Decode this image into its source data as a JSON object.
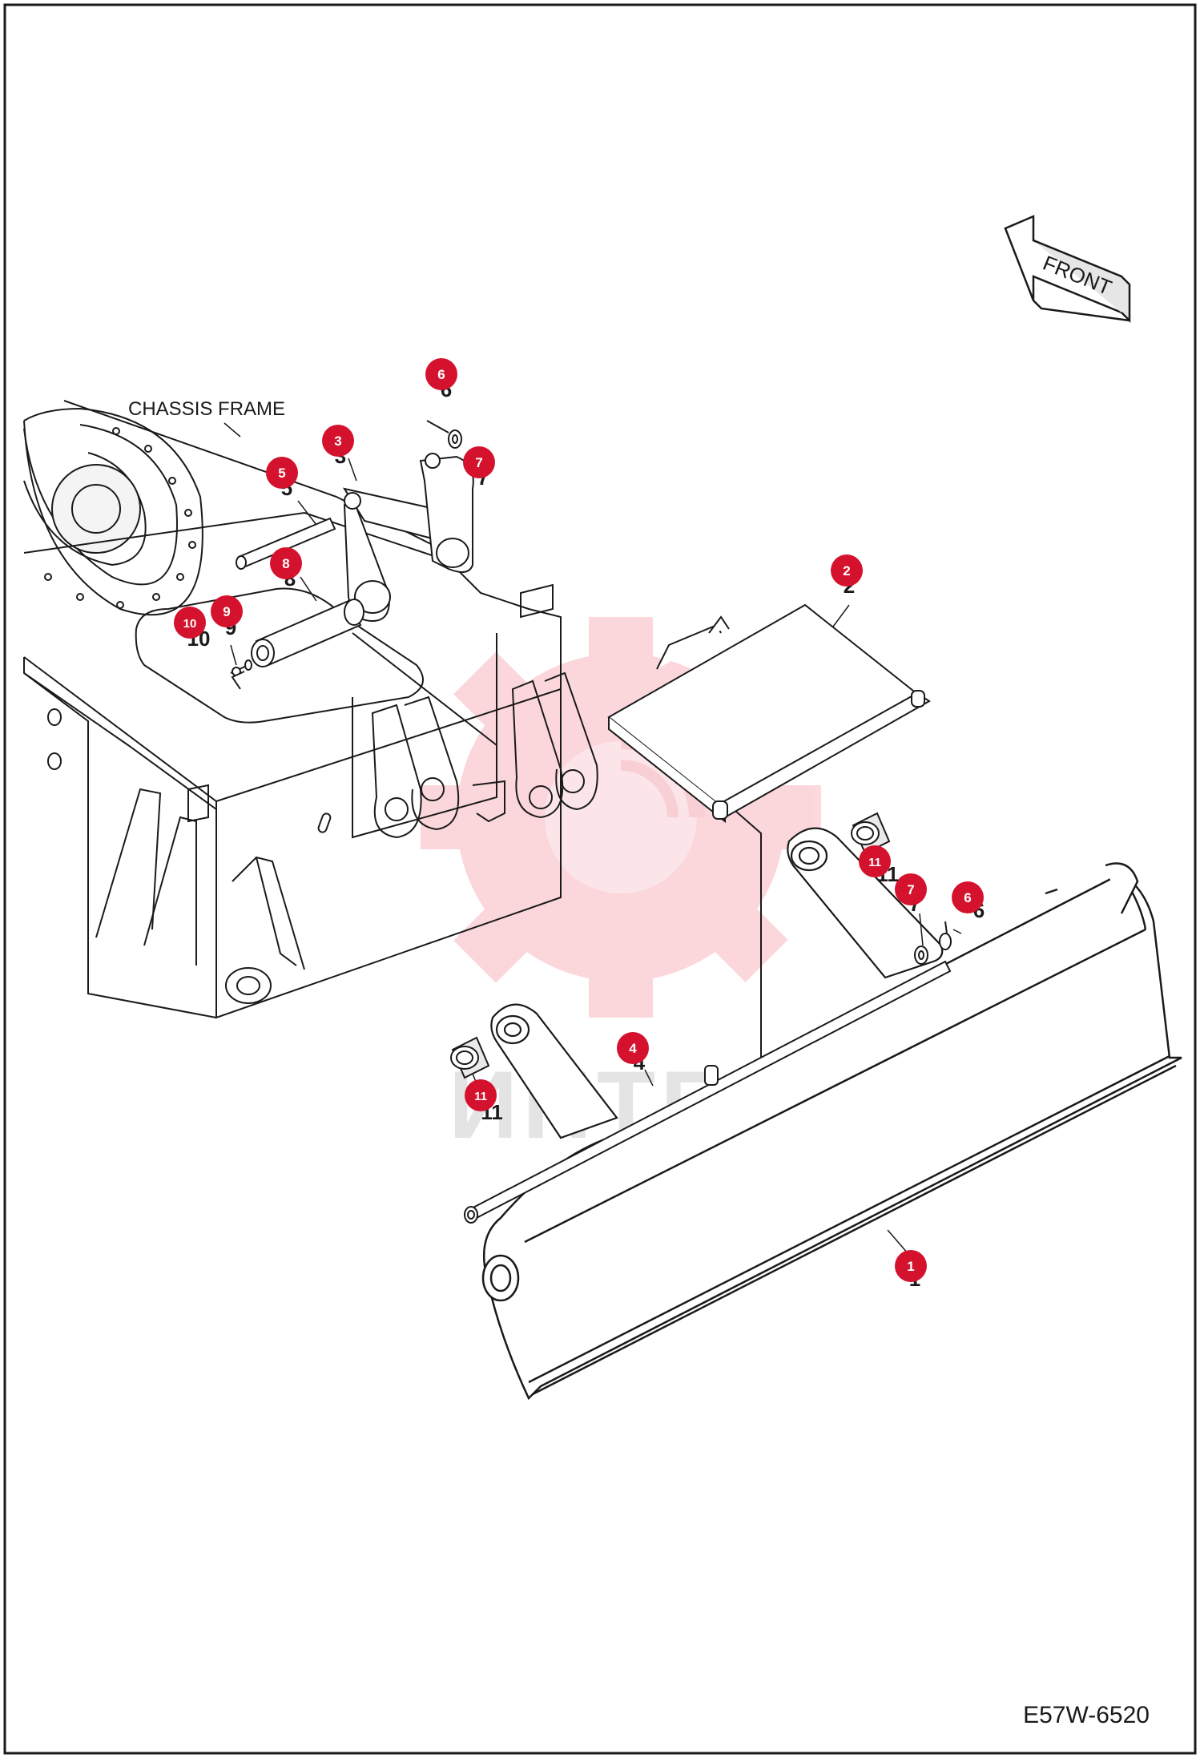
{
  "sheet": {
    "doc_code": "E57W-6520"
  },
  "front_arrow": {
    "label": "FRONT"
  },
  "chassis": {
    "label": "CHASSIS FRAME"
  },
  "watermark": {
    "text": "ИНТЕХ",
    "color": "#e8102a"
  },
  "callouts": [
    {
      "id": "1",
      "num": "1"
    },
    {
      "id": "2",
      "num": "2"
    },
    {
      "id": "3",
      "num": "3"
    },
    {
      "id": "4",
      "num": "4"
    },
    {
      "id": "5",
      "num": "5"
    },
    {
      "id": "6a",
      "num": "6"
    },
    {
      "id": "6b",
      "num": "6"
    },
    {
      "id": "7a",
      "num": "7"
    },
    {
      "id": "7b",
      "num": "7"
    },
    {
      "id": "8",
      "num": "8"
    },
    {
      "id": "9",
      "num": "9"
    },
    {
      "id": "10",
      "num": "10"
    },
    {
      "id": "11a",
      "num": "11"
    },
    {
      "id": "11b",
      "num": "11"
    }
  ],
  "colors": {
    "callout_fill": "#d4122e",
    "line": "#1a1a1a"
  }
}
